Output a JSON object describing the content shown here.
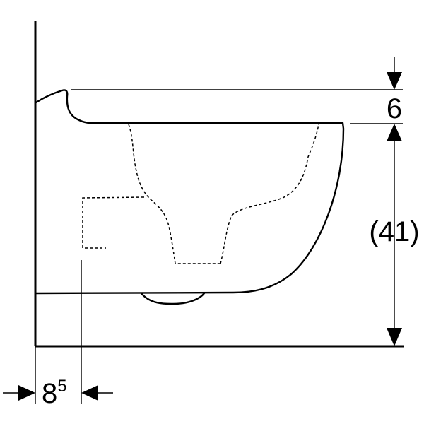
{
  "dimensions": {
    "top_gap": "6",
    "height": "(41)",
    "offset_main": "8",
    "offset_sup": "5"
  }
}
